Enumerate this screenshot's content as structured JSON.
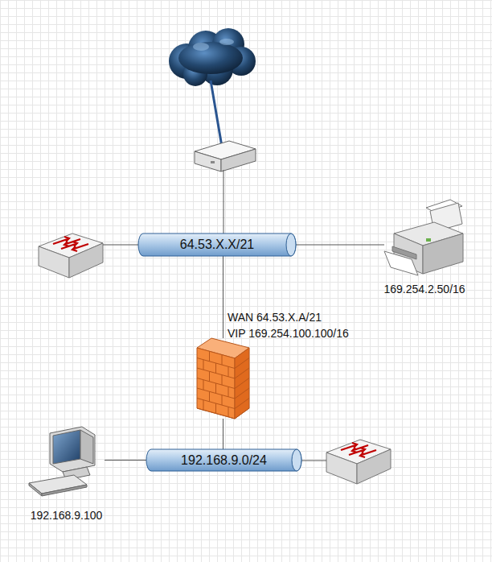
{
  "diagram": {
    "nodes": [
      {
        "text": [
          "64.53.X.X/21"
        ]
      },
      {
        "text": [
          "169.254.2.50/16"
        ]
      },
      {
        "text": [
          "WAN 64.53.X.A/21",
          "VIP 169.254.100.100/16"
        ]
      },
      {
        "text": [
          "192.168.9.0/24"
        ]
      },
      {
        "text": [
          "192.168.9.100"
        ]
      }
    ],
    "edges": [
      {
        "from": 0,
        "to": 1,
        "arrow": "none"
      },
      {
        "from": 0,
        "to": 2,
        "arrow": "none"
      },
      {
        "from": 2,
        "to": 3,
        "arrow": "none"
      },
      {
        "from": 3,
        "to": 4,
        "arrow": "none"
      }
    ]
  }
}
